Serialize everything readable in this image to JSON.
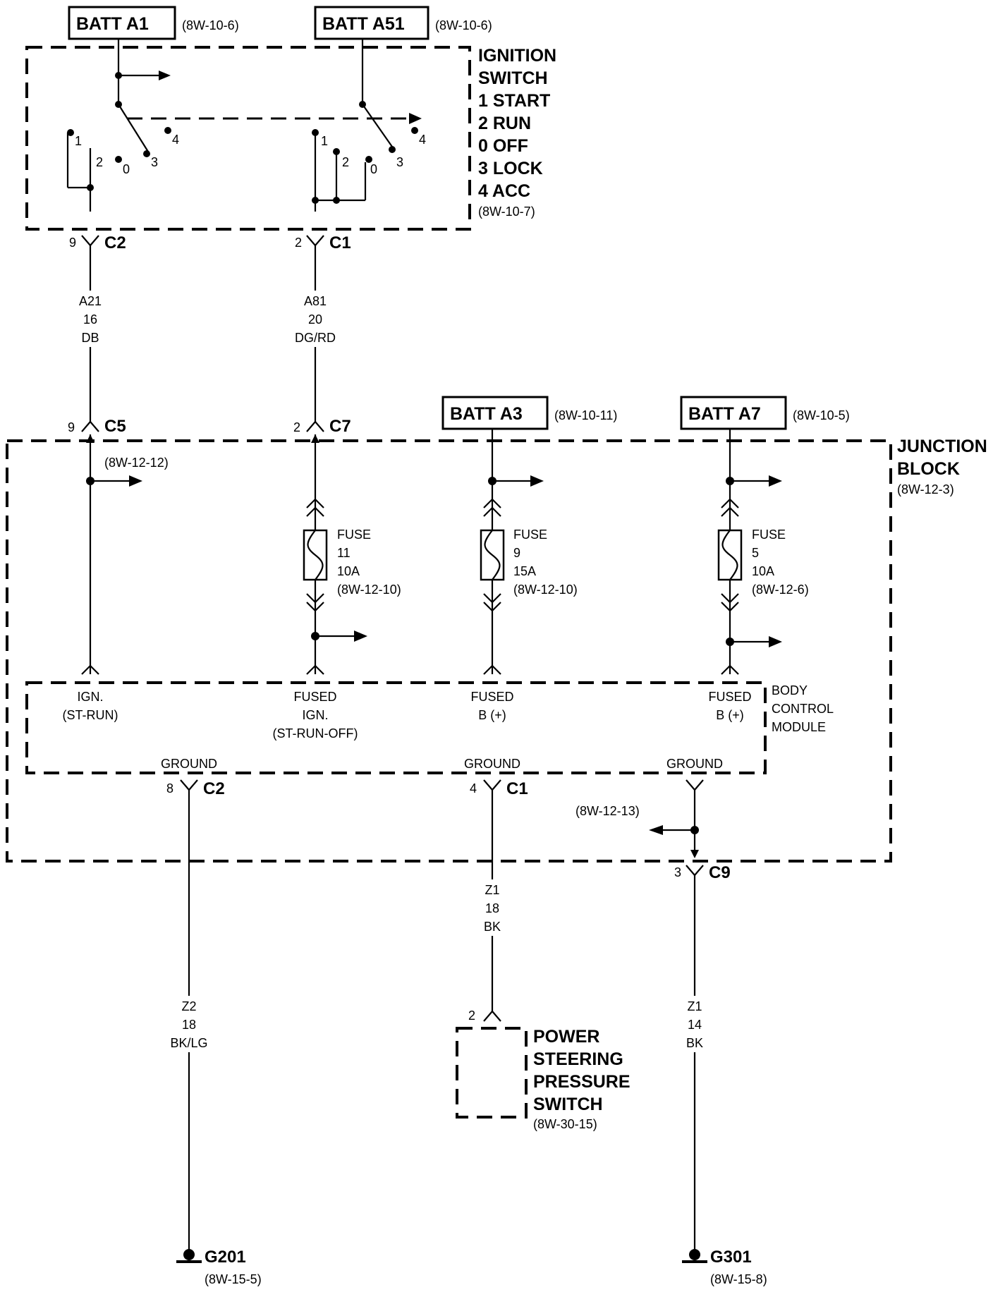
{
  "batteries": {
    "a1": {
      "label": "BATT A1",
      "ref": "(8W-10-6)"
    },
    "a51": {
      "label": "BATT A51",
      "ref": "(8W-10-6)"
    },
    "a3": {
      "label": "BATT A3",
      "ref": "(8W-10-11)"
    },
    "a7": {
      "label": "BATT A7",
      "ref": "(8W-10-5)"
    }
  },
  "ignition_switch": {
    "lines": [
      "IGNITION",
      "SWITCH",
      "1 START",
      "2 RUN",
      "0 OFF",
      "3 LOCK",
      "4 ACC"
    ],
    "ref": "(8W-10-7)",
    "positions": {
      "p1": "1",
      "p2": "2",
      "p0": "0",
      "p3": "3",
      "p4": "4"
    }
  },
  "connectors": {
    "sw_c2": {
      "pin": "9",
      "name": "C2"
    },
    "sw_c1": {
      "pin": "2",
      "name": "C1"
    },
    "jb_c5": {
      "pin": "9",
      "name": "C5"
    },
    "jb_c7": {
      "pin": "2",
      "name": "C7"
    },
    "bcm_c2": {
      "pin": "8",
      "name": "C2"
    },
    "bcm_c1": {
      "pin": "4",
      "name": "C1"
    },
    "jb_c9": {
      "pin": "3",
      "name": "C9"
    },
    "ps_pin": {
      "pin": "2"
    }
  },
  "wires": {
    "a21": [
      "A21",
      "16",
      "DB"
    ],
    "a81": [
      "A81",
      "20",
      "DG/RD"
    ],
    "z1_18": [
      "Z1",
      "18",
      "BK"
    ],
    "z2": [
      "Z2",
      "18",
      "BK/LG"
    ],
    "z1_14": [
      "Z1",
      "14",
      "BK"
    ]
  },
  "junction_block": {
    "lines": [
      "JUNCTION",
      "BLOCK"
    ],
    "ref": "(8W-12-3)",
    "c5_ref": "(8W-12-12)",
    "ground_ref": "(8W-12-13)"
  },
  "fuses": {
    "f11": [
      "FUSE",
      "11",
      "10A",
      "(8W-12-10)"
    ],
    "f9": [
      "FUSE",
      "9",
      "15A",
      "(8W-12-10)"
    ],
    "f5": [
      "FUSE",
      "5",
      "10A",
      "(8W-12-6)"
    ]
  },
  "bcm": {
    "lines": [
      "BODY",
      "CONTROL",
      "MODULE"
    ],
    "inputs": {
      "ign": [
        "IGN.",
        "(ST-RUN)"
      ],
      "fused_ign": [
        "FUSED",
        "IGN.",
        "(ST-RUN-OFF)"
      ],
      "fused_b1": [
        "FUSED",
        "B (+)"
      ],
      "fused_b2": [
        "FUSED",
        "B (+)"
      ]
    },
    "grounds": {
      "g1": "GROUND",
      "g2": "GROUND",
      "g3": "GROUND"
    }
  },
  "power_steering": {
    "lines": [
      "POWER",
      "STEERING",
      "PRESSURE",
      "SWITCH"
    ],
    "ref": "(8W-30-15)"
  },
  "grounds": {
    "g201": {
      "label": "G201",
      "ref": "(8W-15-5)"
    },
    "g301": {
      "label": "G301",
      "ref": "(8W-15-8)"
    }
  }
}
